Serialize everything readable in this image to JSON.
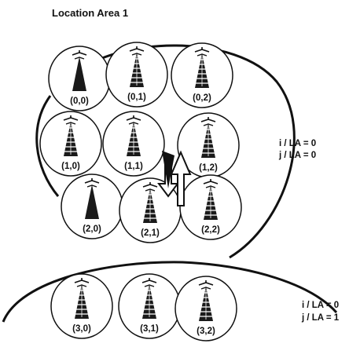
{
  "title": "Location Area 1",
  "colors": {
    "ink": "#111111",
    "tower_fill": "#1a1a1a",
    "background": "#ffffff"
  },
  "cells": [
    {
      "label": "(0,0)",
      "style": "solid"
    },
    {
      "label": "(0,1)",
      "style": "lattice"
    },
    {
      "label": "(0,2)",
      "style": "lattice"
    },
    {
      "label": "(1,0)",
      "style": "lattice"
    },
    {
      "label": "(1,1)",
      "style": "lattice"
    },
    {
      "label": "(1,2)",
      "style": "lattice"
    },
    {
      "label": "(2,0)",
      "style": "solid"
    },
    {
      "label": "(2,1)",
      "style": "lattice"
    },
    {
      "label": "(2,2)",
      "style": "lattice"
    },
    {
      "label": "(3,0)",
      "style": "lattice"
    },
    {
      "label": "(3,1)",
      "style": "lattice"
    },
    {
      "label": "(3,2)",
      "style": "lattice"
    }
  ],
  "la_info": [
    {
      "line1": "i / LA = 0",
      "line2": "j / LA = 0"
    },
    {
      "line1": "i / LA = 0",
      "line2": "j / LA = 1"
    }
  ],
  "icons": {
    "tower": "cell-tower-icon",
    "arrow_down": "arrow-down-icon",
    "arrow_up": "arrow-up-icon"
  }
}
